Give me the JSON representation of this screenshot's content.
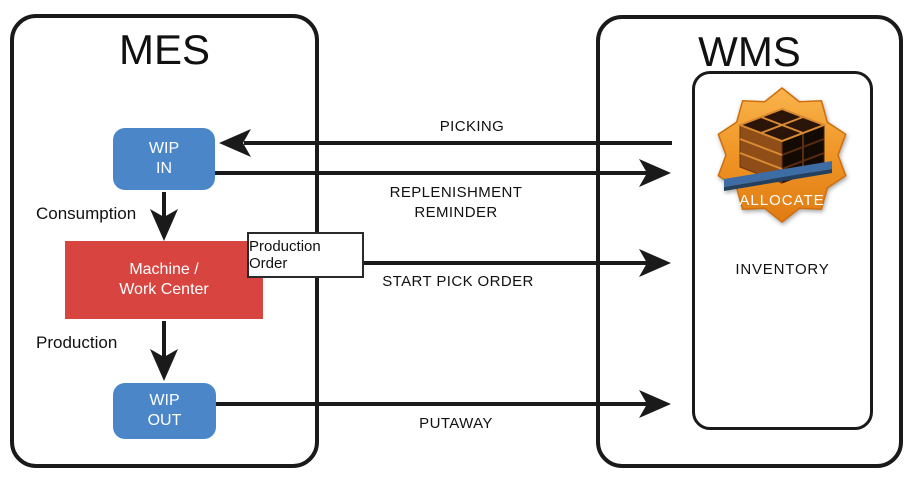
{
  "colors": {
    "blue": "#4a86c8",
    "red": "#d84540",
    "line": "#1a1a1a",
    "orange_light": "#f7ab3e",
    "orange_dark": "#e07c12",
    "orange_stroke": "#cf6e0d",
    "pallet_blue": "#3e6da6"
  },
  "mes": {
    "title": "MES",
    "wip_in": {
      "line1": "WIP",
      "line2": "IN"
    },
    "machine": {
      "line1": "Machine /",
      "line2": "Work Center"
    },
    "wip_out": {
      "line1": "WIP",
      "line2": "OUT"
    },
    "consumption_label": "Consumption",
    "production_label": "Production",
    "production_order_label": "Production Order"
  },
  "wms": {
    "title": "WMS",
    "inventory_label": "INVENTORY",
    "allocate_label": "ALLOCATE"
  },
  "flows": {
    "picking": "PICKING",
    "replenishment_line1": "REPLENISHMENT",
    "replenishment_line2": "REMINDER",
    "start_pick_order": "START PICK ORDER",
    "putaway": "PUTAWAY"
  }
}
